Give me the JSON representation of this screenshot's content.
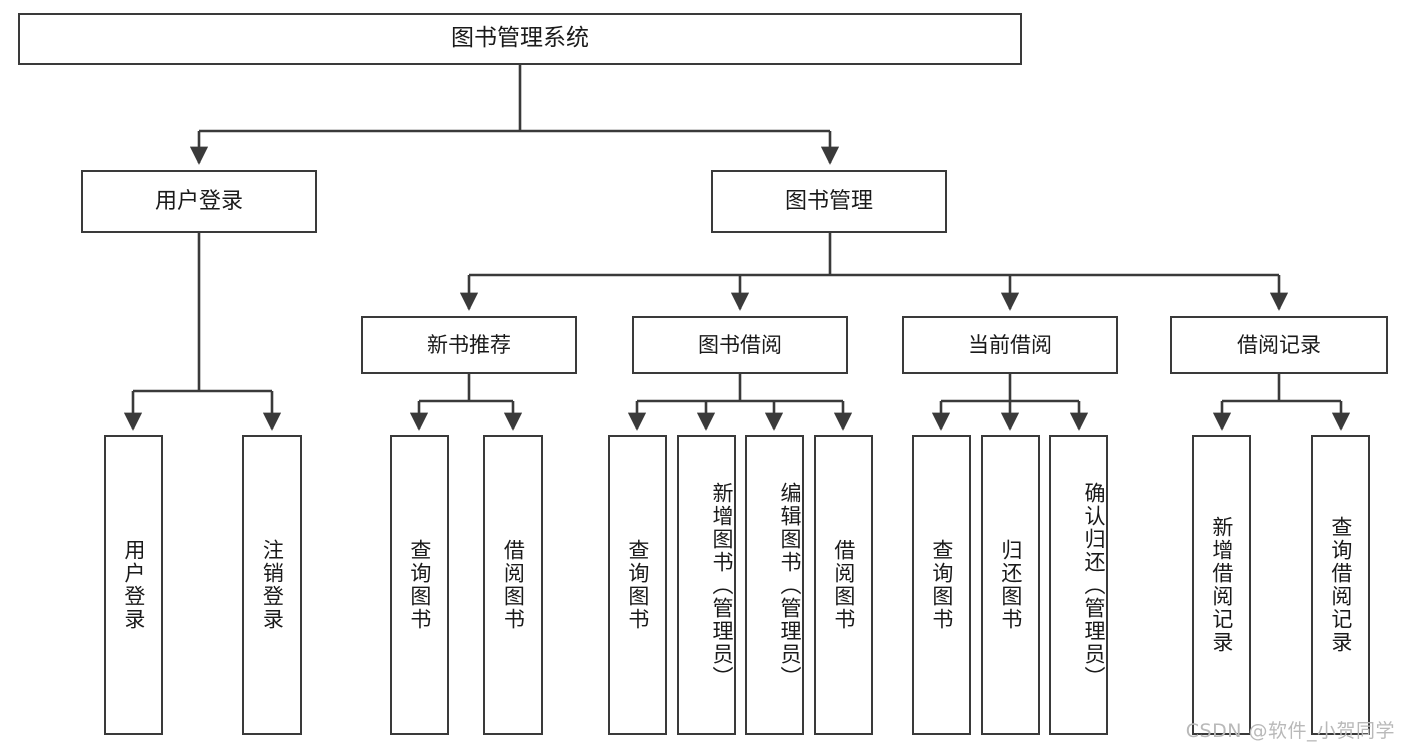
{
  "diagram": {
    "title": "图书管理系统",
    "type": "hierarchy-tree",
    "root": {
      "label": "图书管理系统"
    },
    "level2": [
      {
        "label": "用户登录"
      },
      {
        "label": "图书管理"
      }
    ],
    "level3": [
      {
        "label": "新书推荐"
      },
      {
        "label": "图书借阅"
      },
      {
        "label": "当前借阅"
      },
      {
        "label": "借阅记录"
      }
    ],
    "leaves": {
      "user_login": [
        {
          "label": "用户登录"
        },
        {
          "label": "注销登录"
        }
      ],
      "new_book_recommend": [
        {
          "label": "查询图书"
        },
        {
          "label": "借阅图书"
        }
      ],
      "book_borrow": [
        {
          "label": "查询图书"
        },
        {
          "label": "新增图书（管理员）"
        },
        {
          "label": "编辑图书（管理员）"
        },
        {
          "label": "借阅图书"
        }
      ],
      "current_borrow": [
        {
          "label": "查询图书"
        },
        {
          "label": "归还图书"
        },
        {
          "label": "确认归还（管理员）"
        }
      ],
      "borrow_record": [
        {
          "label": "新增借阅记录"
        },
        {
          "label": "查询借阅记录"
        }
      ]
    }
  },
  "watermark": {
    "text": "CSDN @软件_小贺同学"
  },
  "colors": {
    "stroke": "#3a3a3a",
    "text": "#1a1a1a",
    "background": "#ffffff",
    "watermark": "#b9b9b9"
  }
}
